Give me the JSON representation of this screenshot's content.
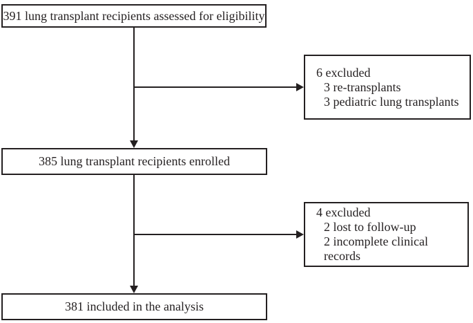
{
  "flowchart": {
    "assessed": {
      "label": "391 lung transplant recipients assessed for eligibility"
    },
    "excluded_1": {
      "title": "6 excluded",
      "items": [
        "3 re-transplants",
        "3 pediatric lung transplants"
      ]
    },
    "enrolled": {
      "label": "385 lung transplant recipients enrolled"
    },
    "excluded_2": {
      "title": "4 excluded",
      "items": [
        "2 lost to follow-up",
        "2 incomplete clinical records"
      ]
    },
    "analysis": {
      "label": "381 included in the analysis"
    },
    "colors": {
      "line": "#231f20",
      "box_background": "#ffffff",
      "text": "#231f20"
    }
  }
}
